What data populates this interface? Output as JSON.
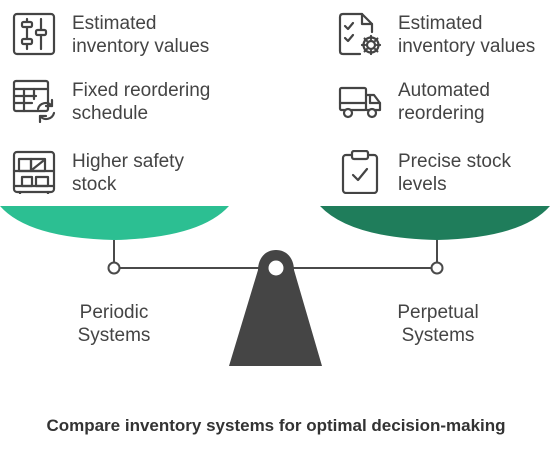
{
  "left": {
    "items": [
      {
        "label": "Estimated\ninventory values",
        "icon": "adjustment-sliders-icon"
      },
      {
        "label": "Fixed reordering\nschedule",
        "icon": "calendar-refresh-icon"
      },
      {
        "label": "Higher safety\nstock",
        "icon": "storage-shelf-icon"
      }
    ],
    "title": "Periodic\nSystems",
    "pan_color": "#2cbf92"
  },
  "right": {
    "items": [
      {
        "label": "Estimated\ninventory values",
        "icon": "checklist-gear-icon"
      },
      {
        "label": "Automated\nreordering",
        "icon": "delivery-truck-icon"
      },
      {
        "label": "Precise stock\nlevels",
        "icon": "clipboard-check-icon"
      }
    ],
    "title": "Perpetual\nSystems",
    "pan_color": "#1f7d5b"
  },
  "caption": "Compare inventory systems for optimal decision-making",
  "colors": {
    "beam": "#4a4a4a",
    "base": "#454545",
    "icon_stroke": "#444444"
  }
}
